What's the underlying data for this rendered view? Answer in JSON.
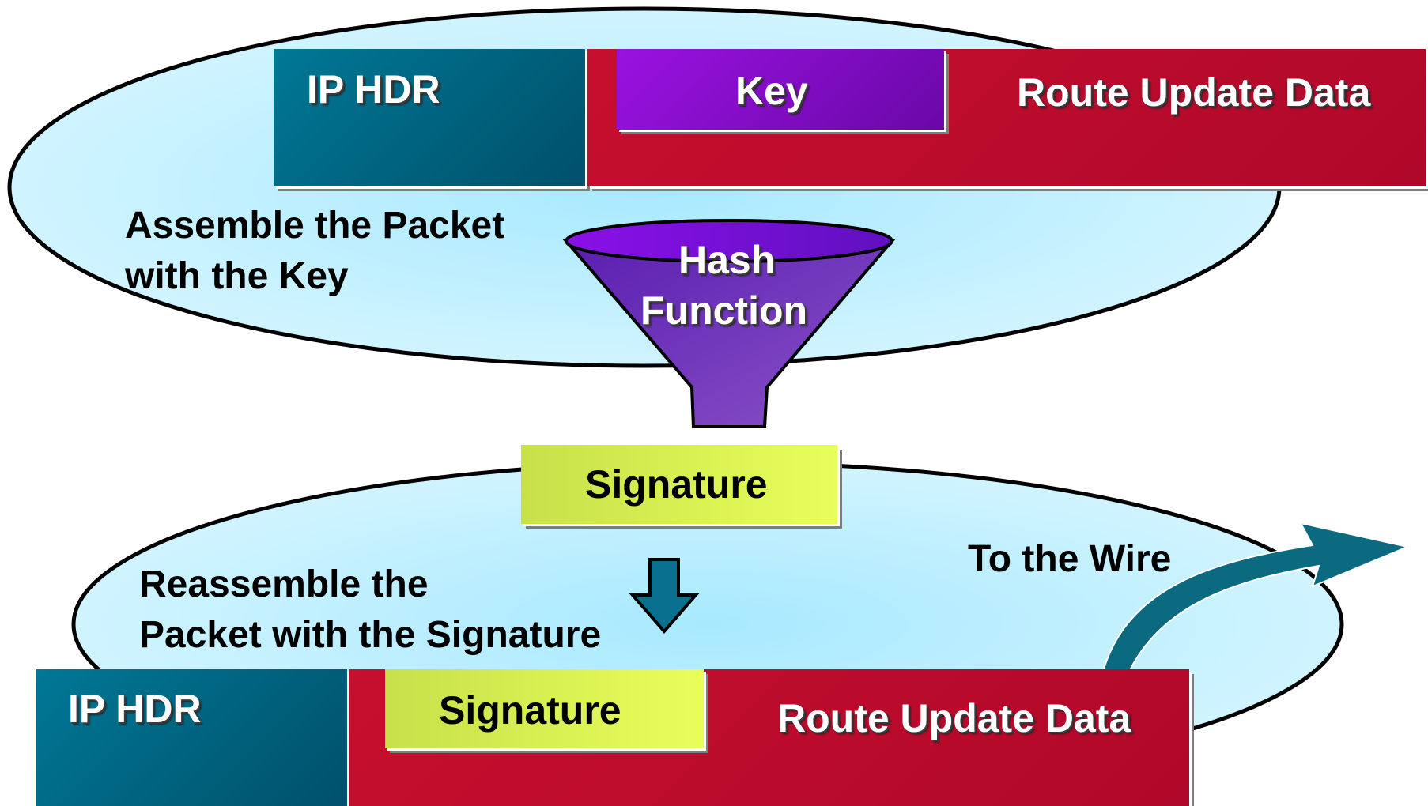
{
  "top_packet": {
    "ip_header": "IP HDR",
    "key": "Key",
    "route_data": "Route Update Data"
  },
  "steps": {
    "assemble_line1": "Assemble the Packet",
    "assemble_line2": "with the Key",
    "reassemble_line1": "Reassemble the",
    "reassemble_line2": "Packet with the Signature",
    "to_wire": "To the Wire"
  },
  "hash": {
    "line1": "Hash",
    "line2": "Function"
  },
  "signature_output": "Signature",
  "bottom_packet": {
    "ip_header": "IP HDR",
    "signature": "Signature",
    "route_data": "Route Update Data"
  },
  "colors": {
    "ellipse_fill": "#bfefff",
    "ip_header": "#006a88",
    "route_data": "#c70f2e",
    "key": "#8a0ad4",
    "signature": "#dbf24a",
    "funnel": "#6a2ab8",
    "arrow": "#0c6a80"
  },
  "icons": [
    "down-arrow-icon",
    "curved-arrow-icon",
    "funnel-icon"
  ]
}
